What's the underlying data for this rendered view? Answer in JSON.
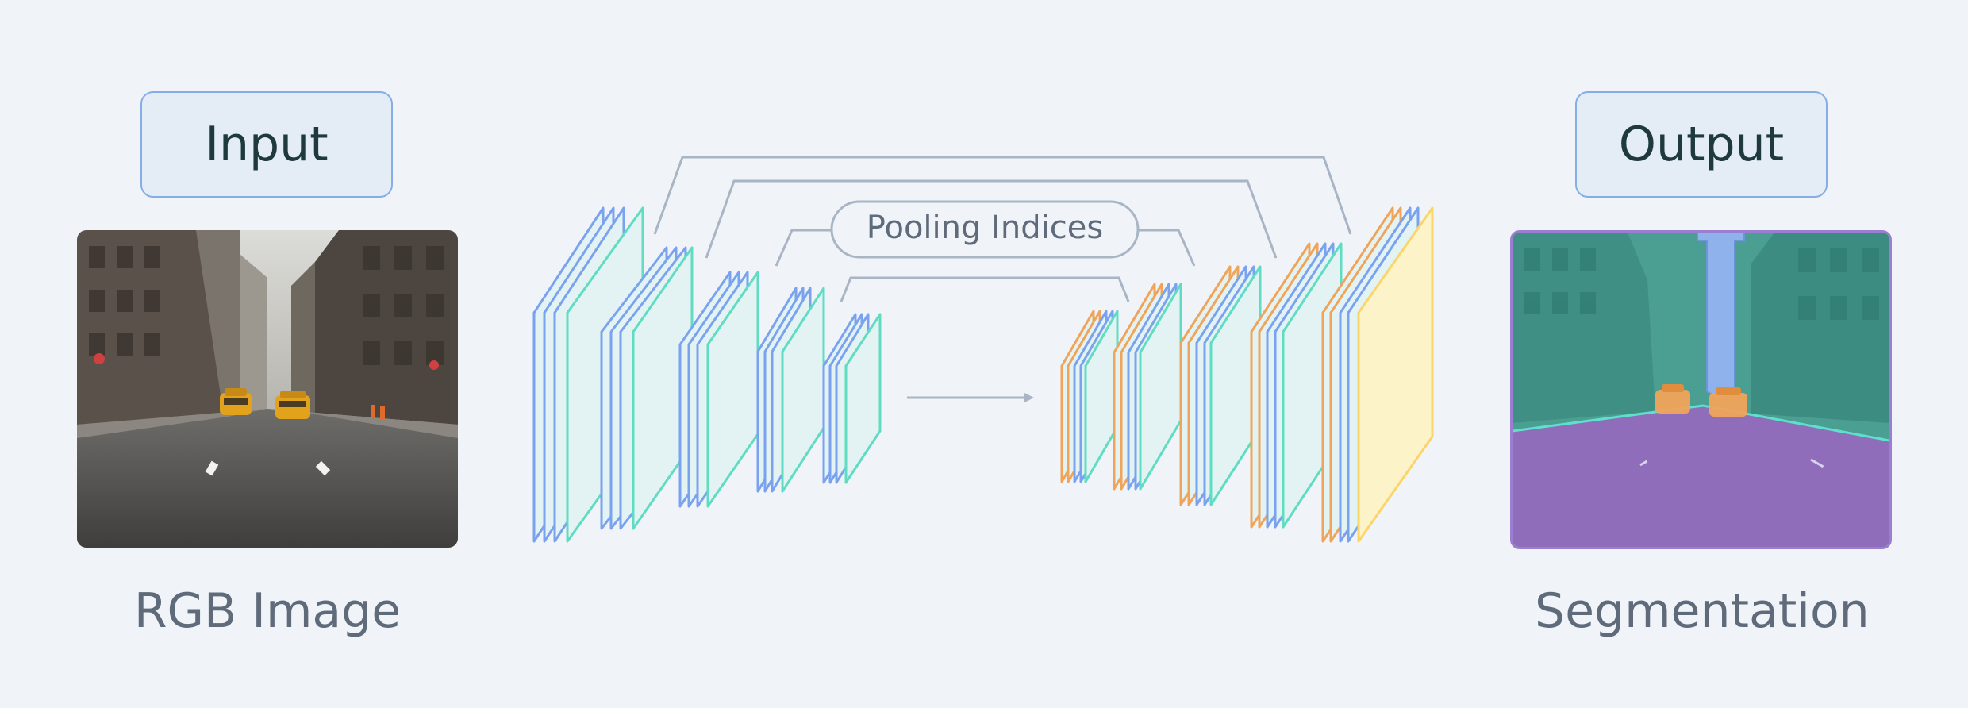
{
  "input_panel": {
    "title": "Input",
    "caption": "RGB Image"
  },
  "output_panel": {
    "title": "Output",
    "caption": "Segmentation"
  },
  "network": {
    "skip_label": "Pooling Indices"
  },
  "colors": {
    "background": "#f0f4f9",
    "badge_fill": "#e4ecf6",
    "badge_border": "#86aee6",
    "encoder_blue": "#7aa2ee",
    "encoder_teal": "#5fdcc2",
    "panel_fill": "#e3f3f4",
    "decoder_orange": "#f0a45a",
    "softmax_yellow": "#fbe08a",
    "connector_gray": "#a9b5c4",
    "seg_teal": "#3fa89a",
    "seg_purple": "#8f6dbb",
    "seg_blue": "#8fb2ec",
    "seg_orange": "#f0a45a"
  }
}
